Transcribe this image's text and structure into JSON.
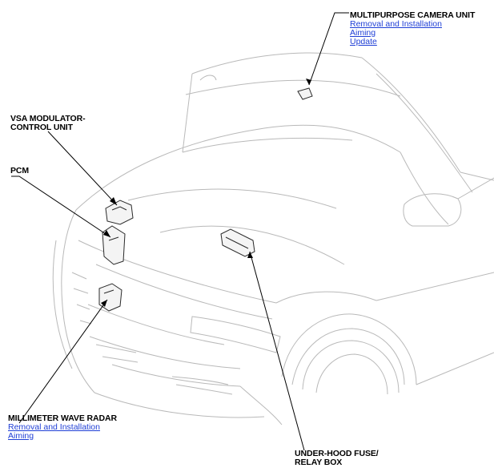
{
  "callouts": {
    "camera": {
      "title": "MULTIPURPOSE CAMERA UNIT",
      "links": [
        "Removal and Installation",
        "Aiming",
        "Update"
      ]
    },
    "vsa": {
      "title_line1": "VSA MODULATOR-",
      "title_line2": "CONTROL UNIT"
    },
    "pcm": {
      "title": "PCM"
    },
    "radar": {
      "title": "MILLIMETER WAVE RADAR",
      "links": [
        "Removal and Installation",
        "Aiming"
      ]
    },
    "fusebox": {
      "title_line1": "UNDER-HOOD FUSE/",
      "title_line2": "RELAY BOX"
    }
  },
  "colors": {
    "link": "#1f3fd6",
    "outline": "#b8b8b8",
    "leader": "#000000"
  }
}
